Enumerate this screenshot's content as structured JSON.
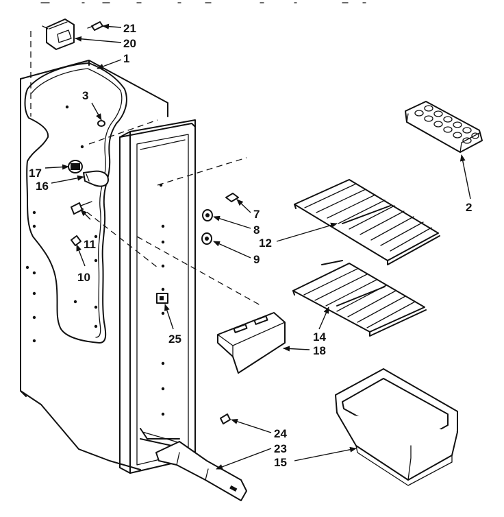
{
  "diagram": {
    "callouts": {
      "c1": "1",
      "c2": "2",
      "c3": "3",
      "c7": "7",
      "c8": "8",
      "c9": "9",
      "c10": "10",
      "c11": "11",
      "c12": "12",
      "c14": "14",
      "c15": "15",
      "c16": "16",
      "c17": "17",
      "c18": "18",
      "c20": "20",
      "c21": "21",
      "c23": "23",
      "c24": "24",
      "c25": "25"
    }
  }
}
